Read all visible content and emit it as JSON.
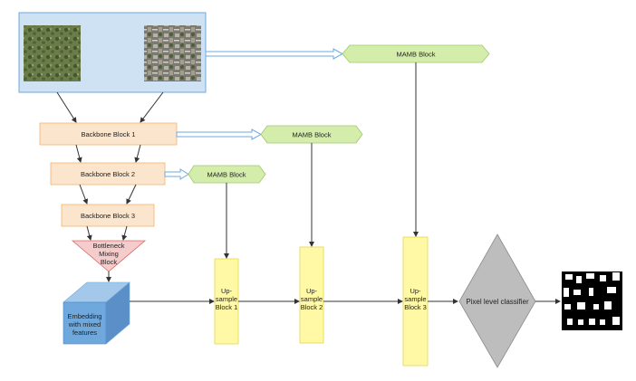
{
  "diagram": {
    "backbone": [
      "Backbone Block 1",
      "Backbone Block 2",
      "Backbone Block 3"
    ],
    "mamb": [
      "MAMB Block",
      "MAMB Block",
      "MAMB Block"
    ],
    "bottleneck": [
      "Bottleneck",
      "Mixing",
      "Block"
    ],
    "embedding": [
      "Embedding",
      "with mixed",
      "features"
    ],
    "upsample_1": [
      "Up-",
      "sample",
      "Block 1"
    ],
    "upsample_2": [
      "Up-",
      "sample",
      "Block 2"
    ],
    "upsample_3": [
      "Up-",
      "sample",
      "Block 3"
    ],
    "classifier": "Pixel level classifier"
  },
  "colors": {
    "input_panel": "#cfe2f3",
    "backbone": "#fce5cd",
    "mamb": "#d9ead3",
    "mamb_green": "#d4edaa",
    "bottleneck": "#f4cccc",
    "embedding": "#6fa8dc",
    "upsample": "#fff9a6",
    "classifier": "#bdbdbd"
  }
}
